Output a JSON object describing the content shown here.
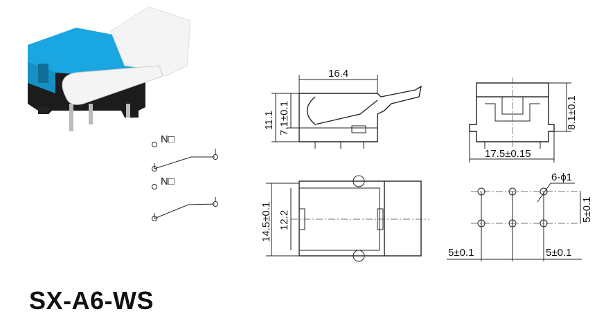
{
  "title": "SX-A6-WS",
  "schematic": {
    "label_1": "N□",
    "label_2": "N□"
  },
  "side_view": {
    "width": "16.4",
    "height_total": "11.1",
    "height_body": "7.1±0.1"
  },
  "front_view": {
    "height": "8.1±0.1",
    "width": "17.5±0.15"
  },
  "bottom_view": {
    "outer": "14.5±0.1",
    "inner": "12.2"
  },
  "hole_pattern": {
    "holes": "6-ϕ1",
    "pitch_vertical": "5±0.1",
    "pitch_left": "5±0.1",
    "pitch_right": "5±0.1"
  },
  "colors": {
    "body": "#1c1c1c",
    "cap": "#1aa6e0",
    "lever": "#f4f4f4"
  }
}
